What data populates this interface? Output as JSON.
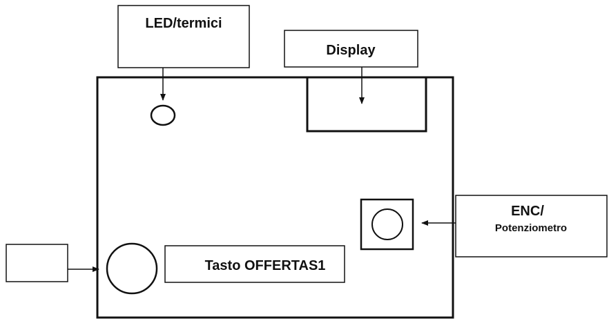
{
  "labels": {
    "led": "LED/termici",
    "display": "Display",
    "enc_line1": "ENC/",
    "enc_line2": "Potenziometro",
    "button": "Tasto OFFERTAS1",
    "left_box": ""
  },
  "colors": {
    "stroke": "#111111",
    "background": "#ffffff"
  }
}
